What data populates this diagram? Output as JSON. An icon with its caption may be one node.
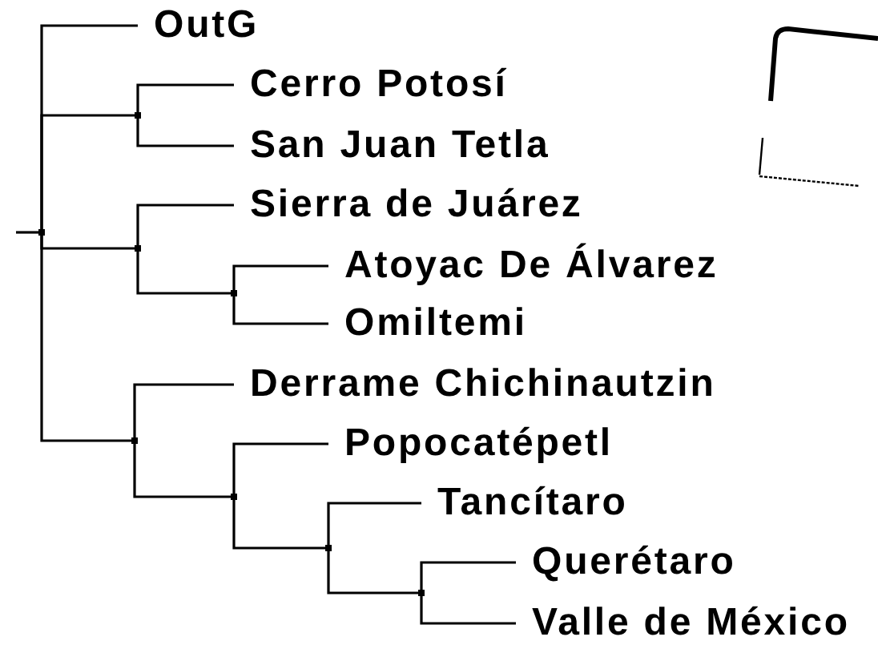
{
  "diagram": {
    "nodes": [
      {
        "text": [],
        "shape": "point"
      },
      {
        "text": [
          "OutG"
        ]
      },
      {
        "text": [],
        "shape": "point"
      },
      {
        "text": [
          "Cerro Potosí"
        ]
      },
      {
        "text": [
          "San Juan Tetla"
        ]
      },
      {
        "text": [],
        "shape": "point"
      },
      {
        "text": [
          "Sierra de Juárez"
        ]
      },
      {
        "text": [],
        "shape": "point"
      },
      {
        "text": [
          "Atoyac De Álvarez"
        ]
      },
      {
        "text": [
          "Omiltemi"
        ]
      },
      {
        "text": [],
        "shape": "point"
      },
      {
        "text": [
          "Derrame Chichinautzin"
        ]
      },
      {
        "text": [],
        "shape": "point"
      },
      {
        "text": [
          "Popocatépetl"
        ]
      },
      {
        "text": [],
        "shape": "point"
      },
      {
        "text": [
          "Tancítaro"
        ]
      },
      {
        "text": [],
        "shape": "point"
      },
      {
        "text": [
          "Querétaro"
        ]
      },
      {
        "text": [
          "Valle de México"
        ]
      }
    ],
    "edges": [
      {
        "from": null,
        "to": 0,
        "arrow": "none"
      },
      {
        "from": 0,
        "to": 1,
        "arrow": "none"
      },
      {
        "from": 0,
        "to": 2,
        "arrow": "none"
      },
      {
        "from": 2,
        "to": 3,
        "arrow": "none"
      },
      {
        "from": 2,
        "to": 4,
        "arrow": "none"
      },
      {
        "from": 0,
        "to": 5,
        "arrow": "none"
      },
      {
        "from": 5,
        "to": 6,
        "arrow": "none"
      },
      {
        "from": 5,
        "to": 7,
        "arrow": "none"
      },
      {
        "from": 7,
        "to": 8,
        "arrow": "none"
      },
      {
        "from": 7,
        "to": 9,
        "arrow": "none"
      },
      {
        "from": 0,
        "to": 10,
        "arrow": "none"
      },
      {
        "from": 10,
        "to": 11,
        "arrow": "none"
      },
      {
        "from": 10,
        "to": 12,
        "arrow": "none"
      },
      {
        "from": 12,
        "to": 13,
        "arrow": "none"
      },
      {
        "from": 12,
        "to": 14,
        "arrow": "none"
      },
      {
        "from": 14,
        "to": 15,
        "arrow": "none"
      },
      {
        "from": 14,
        "to": 16,
        "arrow": "none"
      },
      {
        "from": 16,
        "to": 17,
        "arrow": "none"
      },
      {
        "from": 16,
        "to": 18,
        "arrow": "none"
      }
    ]
  }
}
